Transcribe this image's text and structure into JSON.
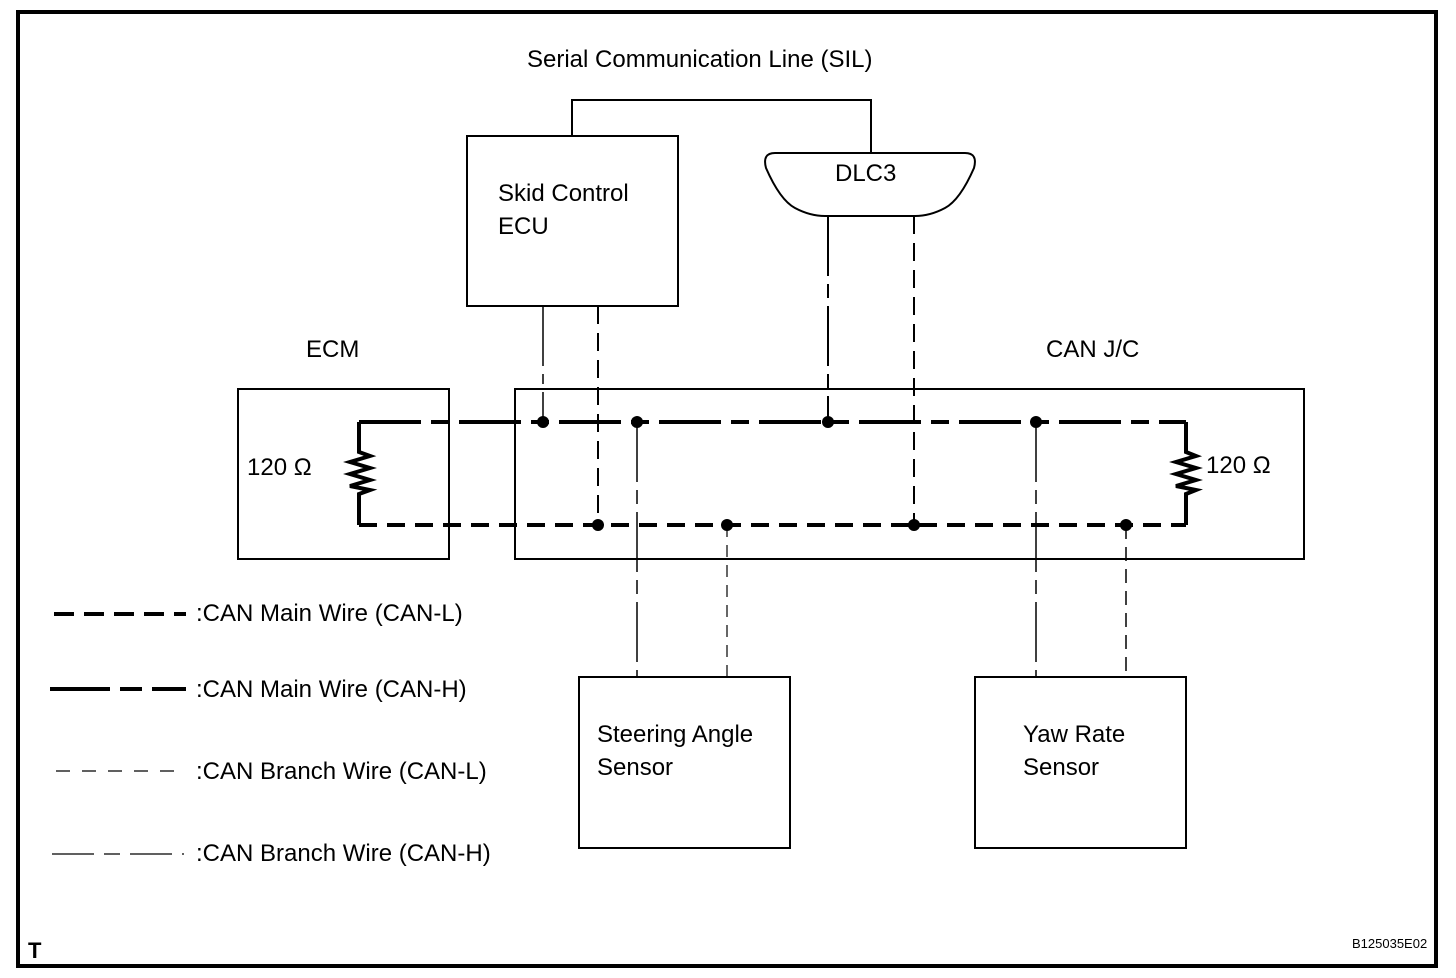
{
  "title": "Serial Communication Line (SIL)",
  "components": {
    "skid_control_ecu": [
      "Skid Control",
      "ECU"
    ],
    "dlc3": "DLC3",
    "ecm": "ECM",
    "can_jc": "CAN J/C",
    "steering_angle_sensor": [
      "Steering Angle",
      "Sensor"
    ],
    "yaw_rate_sensor": [
      "Yaw Rate",
      "Sensor"
    ]
  },
  "resistors": {
    "ecm_terminator": "120 Ω",
    "jc_terminator": "120 Ω"
  },
  "legend": [
    {
      "key": "can-main-l",
      "label": ":CAN Main Wire (CAN-L)"
    },
    {
      "key": "can-main-h",
      "label": ":CAN Main Wire (CAN-H)"
    },
    {
      "key": "can-branch-l",
      "label": ":CAN Branch Wire (CAN-L)"
    },
    {
      "key": "can-branch-h",
      "label": ":CAN Branch Wire (CAN-H)"
    }
  ],
  "corner_mark": "T",
  "figure_id": "B125035E02"
}
